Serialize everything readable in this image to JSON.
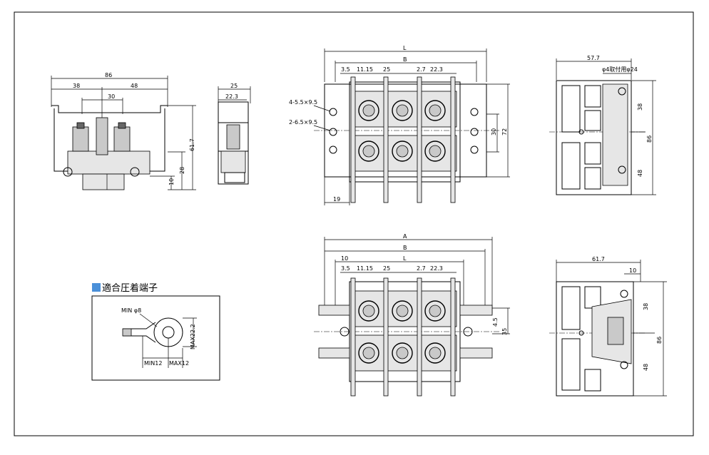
{
  "dims": {
    "side": {
      "w86": "86",
      "w38": "38",
      "w48": "48",
      "w30": "30",
      "h617": "61.7",
      "h28": "28",
      "h10": "10"
    },
    "narrow": {
      "w25": "25",
      "w223": "22.3"
    },
    "top": {
      "L": "L",
      "B": "B",
      "d35": "3.5",
      "d1115": "11.15",
      "d25": "25",
      "d27": "2.7",
      "d223": "22.3",
      "hole1": "4-5.5×9.5",
      "hole2": "2-6.5×9.5",
      "h30": "30",
      "h72": "72",
      "w19": "19"
    },
    "topRight": {
      "w577": "57.7",
      "rail": "φ4取付用φ24",
      "h38": "38",
      "h86": "86",
      "h48": "48"
    },
    "bottom": {
      "A": "A",
      "B": "B",
      "L": "L",
      "d10": "10",
      "d35": "3.5",
      "d1115": "11.15",
      "d25": "25",
      "d27": "2.7",
      "d223": "22.3",
      "h45": "4.5",
      "h35": "35"
    },
    "bottomRight": {
      "w617": "61.7",
      "w10": "10",
      "h38": "38",
      "h86": "86",
      "h48": "48"
    }
  },
  "terminal": {
    "title": "適合圧着端子",
    "min8": "MIN φ8",
    "max222": "MAX22.2",
    "min12": "MIN12",
    "max12": "MAX12"
  },
  "colors": {
    "legendSquare": "#4a90d9"
  }
}
